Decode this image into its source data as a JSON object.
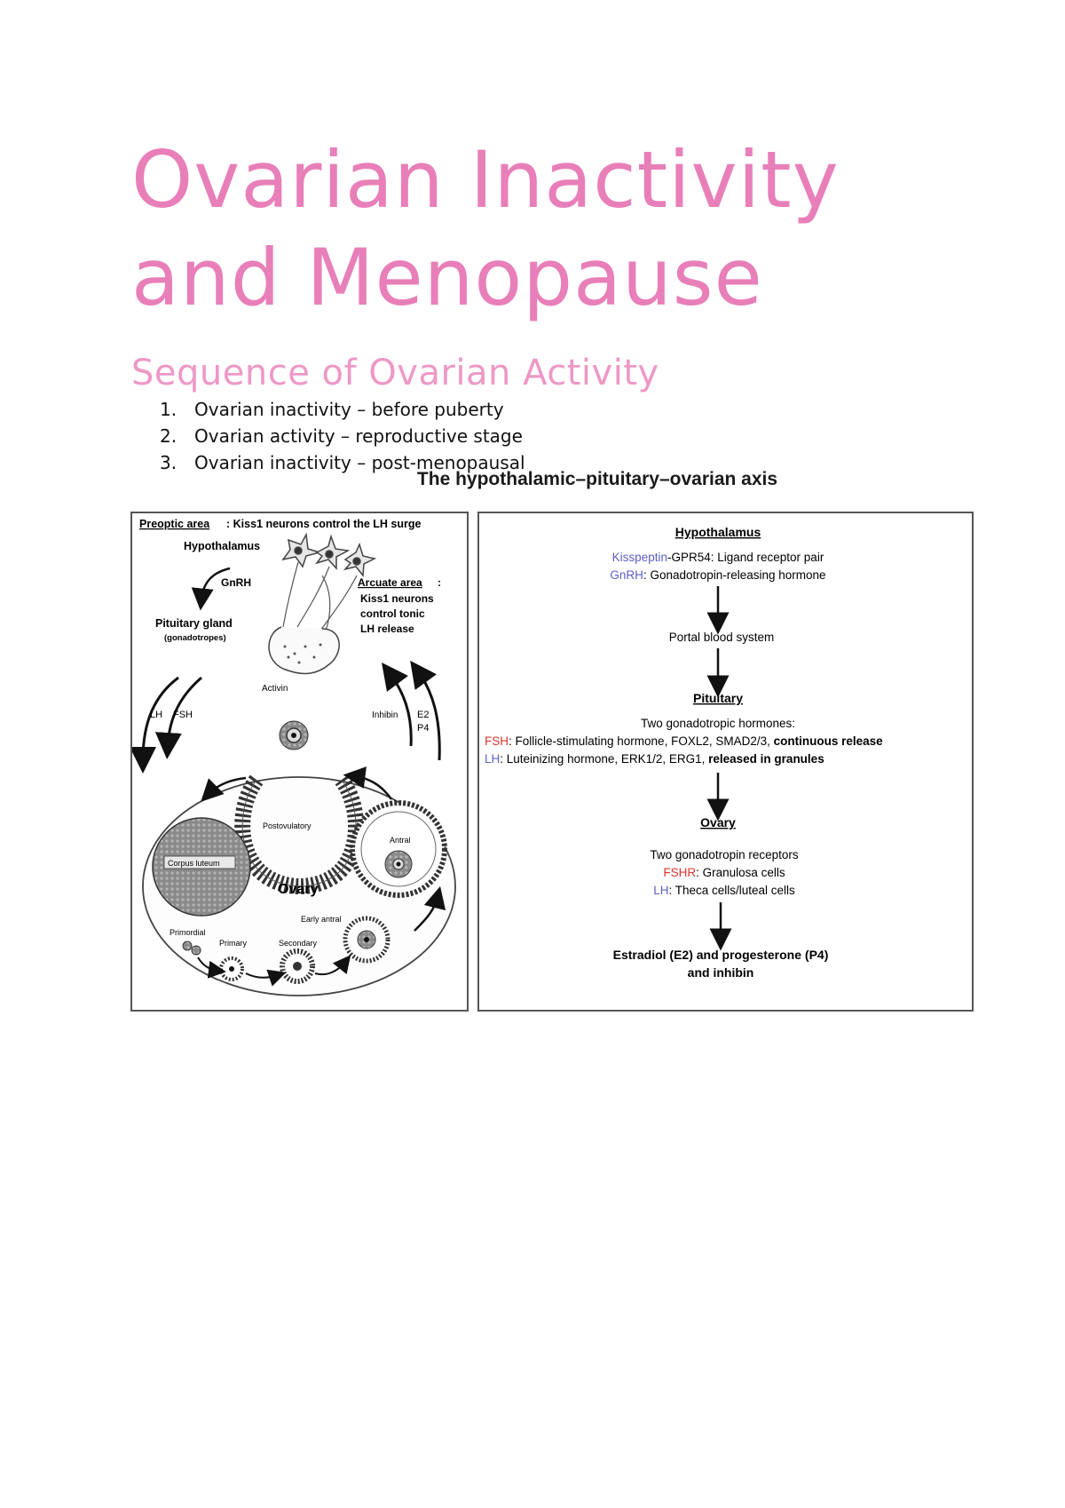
{
  "title": {
    "line1": "Ovarian Inactivity",
    "line2": "and Menopause"
  },
  "subtitle": "Sequence of Ovarian Activity",
  "list": [
    {
      "num": "1.",
      "text": "Ovarian inactivity – before puberty"
    },
    {
      "num": "2.",
      "text": "Ovarian activity – reproductive stage"
    },
    {
      "num": "3.",
      "text": "Ovarian inactivity – post-menopausal"
    }
  ],
  "figure_title": "The hypothalamic–pituitary–ovarian axis",
  "left_panel": {
    "preoptic_label": "Preoptic area",
    "preoptic_text": ": Kiss1 neurons control the LH surge",
    "hypothalamus": "Hypothalamus",
    "gnrh": "GnRH",
    "arcuate_label": "Arcuate area",
    "arcuate_colon": ":",
    "arcuate_lines": [
      "Kiss1 neurons",
      "control tonic",
      "LH release"
    ],
    "pituitary_gland": "Pituitary gland",
    "gonadotropes": "(gonadotropes)",
    "activin": "Activin",
    "lh": "LH",
    "fsh": "FSH",
    "inhibin": "Inhibin",
    "e2": "E2",
    "p4": "P4",
    "postovulatory": "Postovulatory",
    "corpus_luteum": "Corpus luteum",
    "antral": "Antral",
    "ovary": "Ovary",
    "early_antral": "Early antral",
    "primordial": "Primordial",
    "primary": "Primary",
    "secondary": "Secondary"
  },
  "right_panel": {
    "hypothalamus": "Hypothalamus",
    "kisspeptin": "Kisspeptin",
    "kisspeptin_rest": "-GPR54: Ligand receptor pair",
    "gnrh": "GnRH",
    "gnrh_rest": ": Gonadotropin-releasing hormone",
    "portal": "Portal blood system",
    "pituitary": "Pituitary",
    "two_hormones": "Two gonadotropic hormones:",
    "fsh": "FSH",
    "fsh_rest": ": Follicle-stimulating hormone, FOXL2, SMAD2/3, ",
    "fsh_bold": "continuous release",
    "lh": "LH",
    "lh_rest": ": Luteinizing hormone, ERK1/2, ERG1, ",
    "lh_bold": "released in granules",
    "ovary": "Ovary",
    "two_receptors": "Two gonadotropin receptors",
    "fshr": "FSHR",
    "fshr_rest": ": Granulosa cells",
    "lh2": "LH",
    "lh2_rest": ": Theca cells/luteal cells",
    "estradiol_line1": "Estradiol (E2) and progesterone (P4)",
    "estradiol_line2": "and inhibin"
  },
  "colors": {
    "title": "#e87fb9",
    "subtitle": "#ee98c6",
    "blue_term": "#5b5fc7",
    "red_term": "#d9362e"
  }
}
